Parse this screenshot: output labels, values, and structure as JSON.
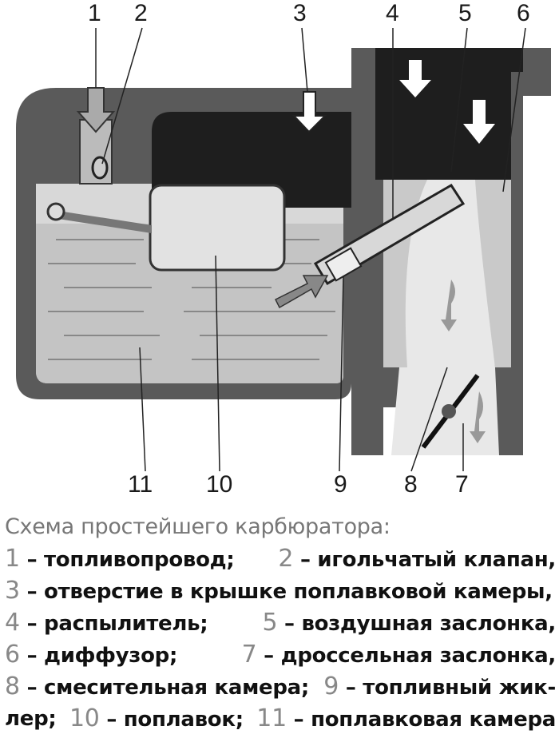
{
  "diagram_labels": {
    "top": [
      "1",
      "2",
      "3",
      "4",
      "5",
      "6"
    ],
    "bottom": [
      "11",
      "10",
      "9",
      "8",
      "7"
    ]
  },
  "caption": {
    "title": "Схема простейшего карбюратора:",
    "lines": [
      [
        {
          "num": "1",
          "text": "– топливопровод;"
        },
        {
          "num": "2",
          "text": "– игольчатый клапан,"
        }
      ],
      [
        {
          "num": "3",
          "text": "– отверстие в крышке поплавковой камеры,"
        }
      ],
      [
        {
          "num": "4",
          "text": "– распылитель;"
        },
        {
          "num": "5",
          "text": "– воздушная заслонка,"
        }
      ],
      [
        {
          "num": "6",
          "text": "– диффузор;"
        },
        {
          "num": "7",
          "text": "– дроссельная заслонка,"
        }
      ],
      [
        {
          "num": "8",
          "text": "– смесительная камера;"
        },
        {
          "num": "9",
          "text": "– топливный жик-"
        }
      ],
      [
        {
          "num": "",
          "text": "лер;"
        },
        {
          "num": "10",
          "text": "– поплавок;"
        },
        {
          "num": "11",
          "text": "– поплавковая камера"
        }
      ]
    ]
  },
  "colors": {
    "body": "#5a5a5a",
    "dark": "#1e1e1e",
    "fuel": "#c9c9c9",
    "air": "#e6e6e6",
    "float": "#e0e0e0"
  }
}
